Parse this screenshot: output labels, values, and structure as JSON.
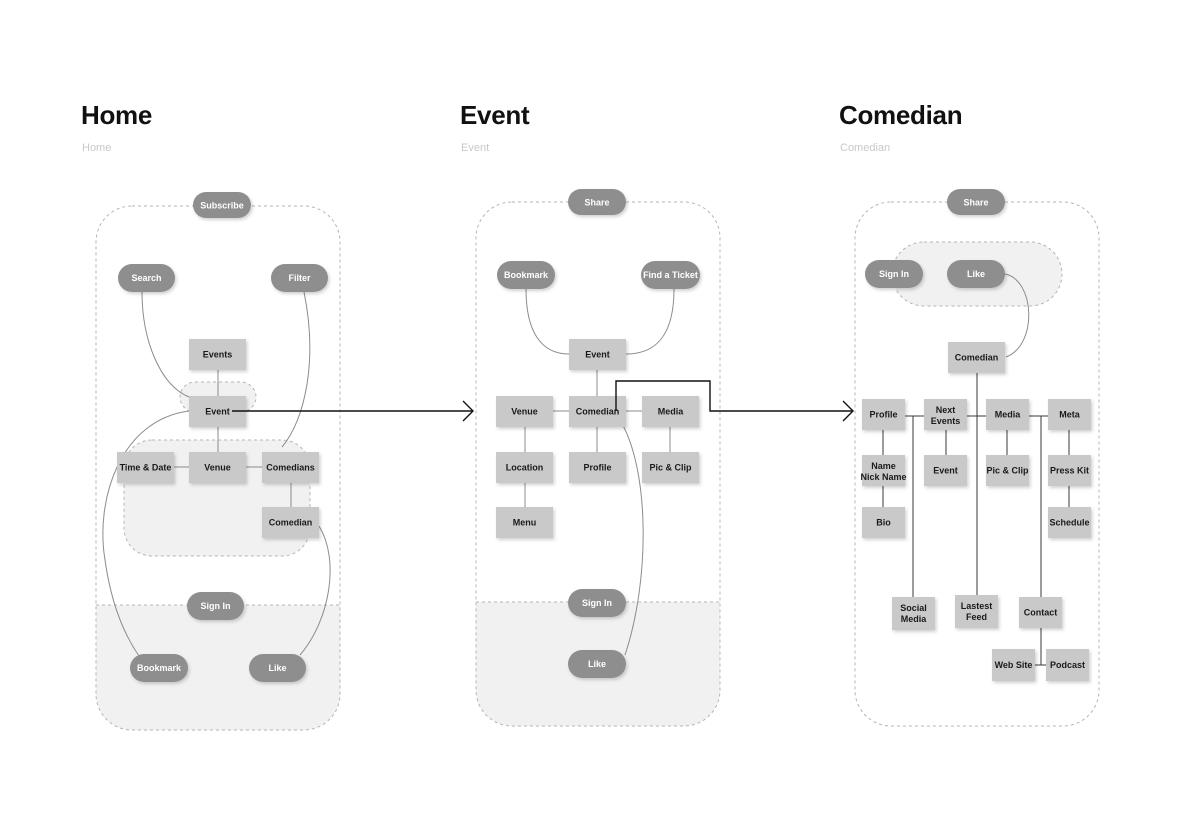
{
  "frames": [
    {
      "title": "Home",
      "subtitle": "Home"
    },
    {
      "title": "Event",
      "subtitle": "Event"
    },
    {
      "title": "Comedian",
      "subtitle": "Comedian"
    }
  ],
  "home": {
    "subscribe": "Subscribe",
    "search": "Search",
    "filter": "Filter",
    "events": "Events",
    "event": "Event",
    "time_date": "Time & Date",
    "venue": "Venue",
    "comedians": "Comedians",
    "comedian": "Comedian",
    "sign_in": "Sign In",
    "bookmark": "Bookmark",
    "like": "Like"
  },
  "event": {
    "share": "Share",
    "bookmark": "Bookmark",
    "find_ticket": "Find a Ticket",
    "event": "Event",
    "venue": "Venue",
    "comedian": "Comedian",
    "media": "Media",
    "location": "Location",
    "profile": "Profile",
    "pic_clip": "Pic & Clip",
    "menu": "Menu",
    "sign_in": "Sign In",
    "like": "Like"
  },
  "comedian": {
    "share": "Share",
    "sign_in": "Sign In",
    "like": "Like",
    "comedian": "Comedian",
    "profile": "Profile",
    "next_events": [
      "Next",
      "Events"
    ],
    "media": "Media",
    "meta": "Meta",
    "name_nick": [
      "Name",
      "Nick Name"
    ],
    "event": "Event",
    "pic_clip": "Pic & Clip",
    "press_kit": "Press Kit",
    "bio": "Bio",
    "schedule": "Schedule",
    "social_media": [
      "Social",
      "Media"
    ],
    "lastest_feed": [
      "Lastest",
      "Feed"
    ],
    "contact": "Contact",
    "web_site": "Web Site",
    "podcast": "Podcast"
  },
  "colors": {
    "node_fill": "#c9c9c9",
    "pill_fill": "#8e8e8e",
    "region_fill": "#f1f1f1",
    "dashed_border": "#b5b5b5",
    "line": "#8c8c8c",
    "arrow": "#111111"
  }
}
